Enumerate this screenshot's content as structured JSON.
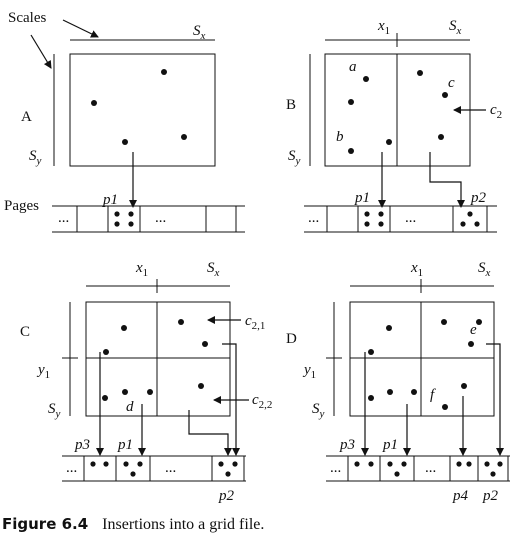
{
  "labels": {
    "scales": "Scales",
    "pages": "Pages",
    "ellipsis": "...",
    "x": "S",
    "x_sub": "x",
    "y": "S",
    "y_sub": "y",
    "x1": "x",
    "x1_sub": "1",
    "y1": "y",
    "y1_sub": "1"
  },
  "panels": {
    "A": {
      "letter": "A",
      "pages": [
        "p1"
      ]
    },
    "B": {
      "letter": "B",
      "points": [
        "a",
        "b",
        "c"
      ],
      "pointer": "c",
      "pointer_sub": "2",
      "pages": [
        "p1",
        "p2"
      ]
    },
    "C": {
      "letter": "C",
      "pointers": [
        {
          "text": "c",
          "sub": "2,1"
        },
        {
          "text": "c",
          "sub": "2,2"
        }
      ],
      "point": "d",
      "pages": [
        "p3",
        "p1",
        "p2"
      ]
    },
    "D": {
      "letter": "D",
      "points": [
        "e",
        "f"
      ],
      "pages": [
        "p3",
        "p1",
        "p4",
        "p2"
      ]
    }
  },
  "caption": {
    "number": "Figure 6.4",
    "text": "Insertions into a grid file."
  }
}
